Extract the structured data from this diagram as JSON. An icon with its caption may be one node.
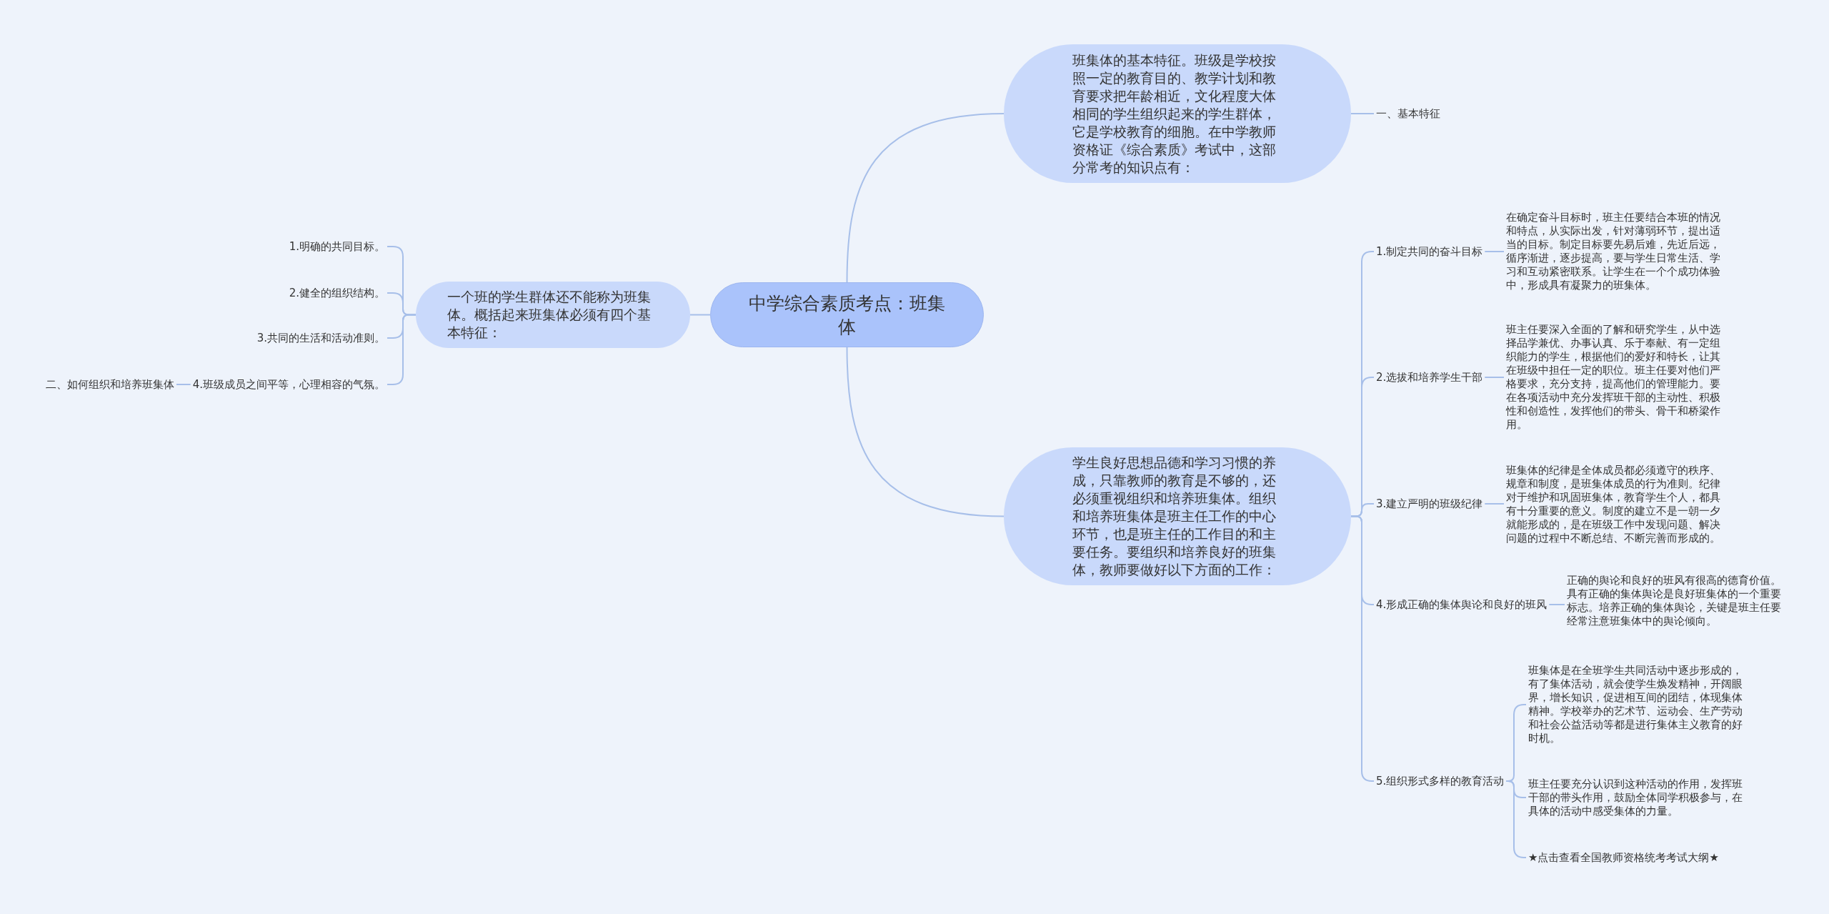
{
  "diagram": {
    "nodes": [
      {
        "text": [
          "中学综合素质考点：班集体"
        ]
      },
      {
        "text": [
          "班集体的基本特征。班级是学校按照一定的教育目的、教学计划和教育要求把年龄相近，文化程度大体相同的学生组织起来的学生群体，它是学校教育的细胞。在中学教师资格证《综合素质》考试中，这部分常考的知识点有："
        ]
      },
      {
        "text": [
          "一、基本特征"
        ]
      },
      {
        "text": [
          "一个班的学生群体还不能称为班集体。概括起来班集体必须有四个基本特征："
        ]
      },
      {
        "text": [
          "1.明确的共同目标。"
        ]
      },
      {
        "text": [
          "2.健全的组织结构。"
        ]
      },
      {
        "text": [
          "3.共同的生活和活动准则。"
        ]
      },
      {
        "text": [
          "4.班级成员之间平等，心理相容的气氛。"
        ]
      },
      {
        "text": [
          "二、如何组织和培养班集体"
        ]
      },
      {
        "text": [
          "学生良好思想品德和学习习惯的养成，只靠教师的教育是不够的，还必须重视组织和培养班集体。组织和培养班集体是班主任工作的中心环节，也是班主任的工作目的和主要任务。要组织和培养良好的班集体，教师要做好以下方面的工作："
        ]
      },
      {
        "text": [
          "1.制定共同的奋斗目标"
        ]
      },
      {
        "text": [
          "2.选拔和培养学生干部"
        ]
      },
      {
        "text": [
          "3.建立严明的班级纪律"
        ]
      },
      {
        "text": [
          "4.形成正确的集体舆论和良好的班风"
        ]
      },
      {
        "text": [
          "5.组织形式多样的教育活动"
        ]
      },
      {
        "text": [
          "在确定奋斗目标时，班主任要结合本班的情况和特点，从实际出发，针对薄弱环节，提出适当的目标。制定目标要先易后难，先近后远，循序渐进，逐步提高，要与学生日常生活、学习和互动紧密联系。让学生在一个个成功体验中，形成具有凝聚力的班集体。"
        ]
      },
      {
        "text": [
          "班主任要深入全面的了解和研究学生，从中选择品学兼优、办事认真、乐于奉献、有一定组织能力的学生，根据他们的爱好和特长，让其在班级中担任一定的职位。班主任要对他们严格要求，充分支持，提高他们的管理能力。要在各项活动中充分发挥班干部的主动性、积极性和创造性，发挥他们的带头、骨干和桥梁作用。"
        ]
      },
      {
        "text": [
          "班集体的纪律是全体成员都必须遵守的秩序、规章和制度，是班集体成员的行为准则。纪律对于维护和巩固班集体，教育学生个人，都具有十分重要的意义。制度的建立不是一朝一夕就能形成的，是在班级工作中发现问题、解决问题的过程中不断总结、不断完善而形成的。"
        ]
      },
      {
        "text": [
          "正确的舆论和良好的班风有很高的德育价值。具有正确的集体舆论是良好班集体的一个重要标志。培养正确的集体舆论，关键是班主任要经常注意班集体中的舆论倾向。"
        ]
      },
      {
        "text": [
          "班集体是在全班学生共同活动中逐步形成的，有了集体活动，就会使学生焕发精神，开阔眼界，增长知识，促进相互间的团结，体现集体精神。学校举办的艺术节、运动会、生产劳动和社会公益活动等都是进行集体主义教育的好时机。"
        ]
      },
      {
        "text": [
          "班主任要充分认识到这种活动的作用，发挥班干部的带头作用，鼓励全体同学积极参与，在具体的活动中感受集体的力量。"
        ]
      },
      {
        "text": [
          "★点击查看全国教师资格统考考试大纲★"
        ]
      }
    ],
    "edges": [
      {
        "from": 0,
        "to": 1,
        "arrow": "none"
      },
      {
        "from": 1,
        "to": 2,
        "arrow": "none"
      },
      {
        "from": 0,
        "to": 3,
        "arrow": "none"
      },
      {
        "from": 3,
        "to": 4,
        "arrow": "none"
      },
      {
        "from": 3,
        "to": 5,
        "arrow": "none"
      },
      {
        "from": 3,
        "to": 6,
        "arrow": "none"
      },
      {
        "from": 3,
        "to": 7,
        "arrow": "none"
      },
      {
        "from": 7,
        "to": 8,
        "arrow": "none"
      },
      {
        "from": 0,
        "to": 9,
        "arrow": "none"
      },
      {
        "from": 9,
        "to": 10,
        "arrow": "none"
      },
      {
        "from": 9,
        "to": 11,
        "arrow": "none"
      },
      {
        "from": 9,
        "to": 12,
        "arrow": "none"
      },
      {
        "from": 9,
        "to": 13,
        "arrow": "none"
      },
      {
        "from": 9,
        "to": 14,
        "arrow": "none"
      },
      {
        "from": 10,
        "to": 15,
        "arrow": "none"
      },
      {
        "from": 11,
        "to": 16,
        "arrow": "none"
      },
      {
        "from": 12,
        "to": 17,
        "arrow": "none"
      },
      {
        "from": 13,
        "to": 18,
        "arrow": "none"
      },
      {
        "from": 14,
        "to": 19,
        "arrow": "none"
      },
      {
        "from": 14,
        "to": 20,
        "arrow": "none"
      },
      {
        "from": 14,
        "to": 21,
        "arrow": "none"
      }
    ]
  }
}
